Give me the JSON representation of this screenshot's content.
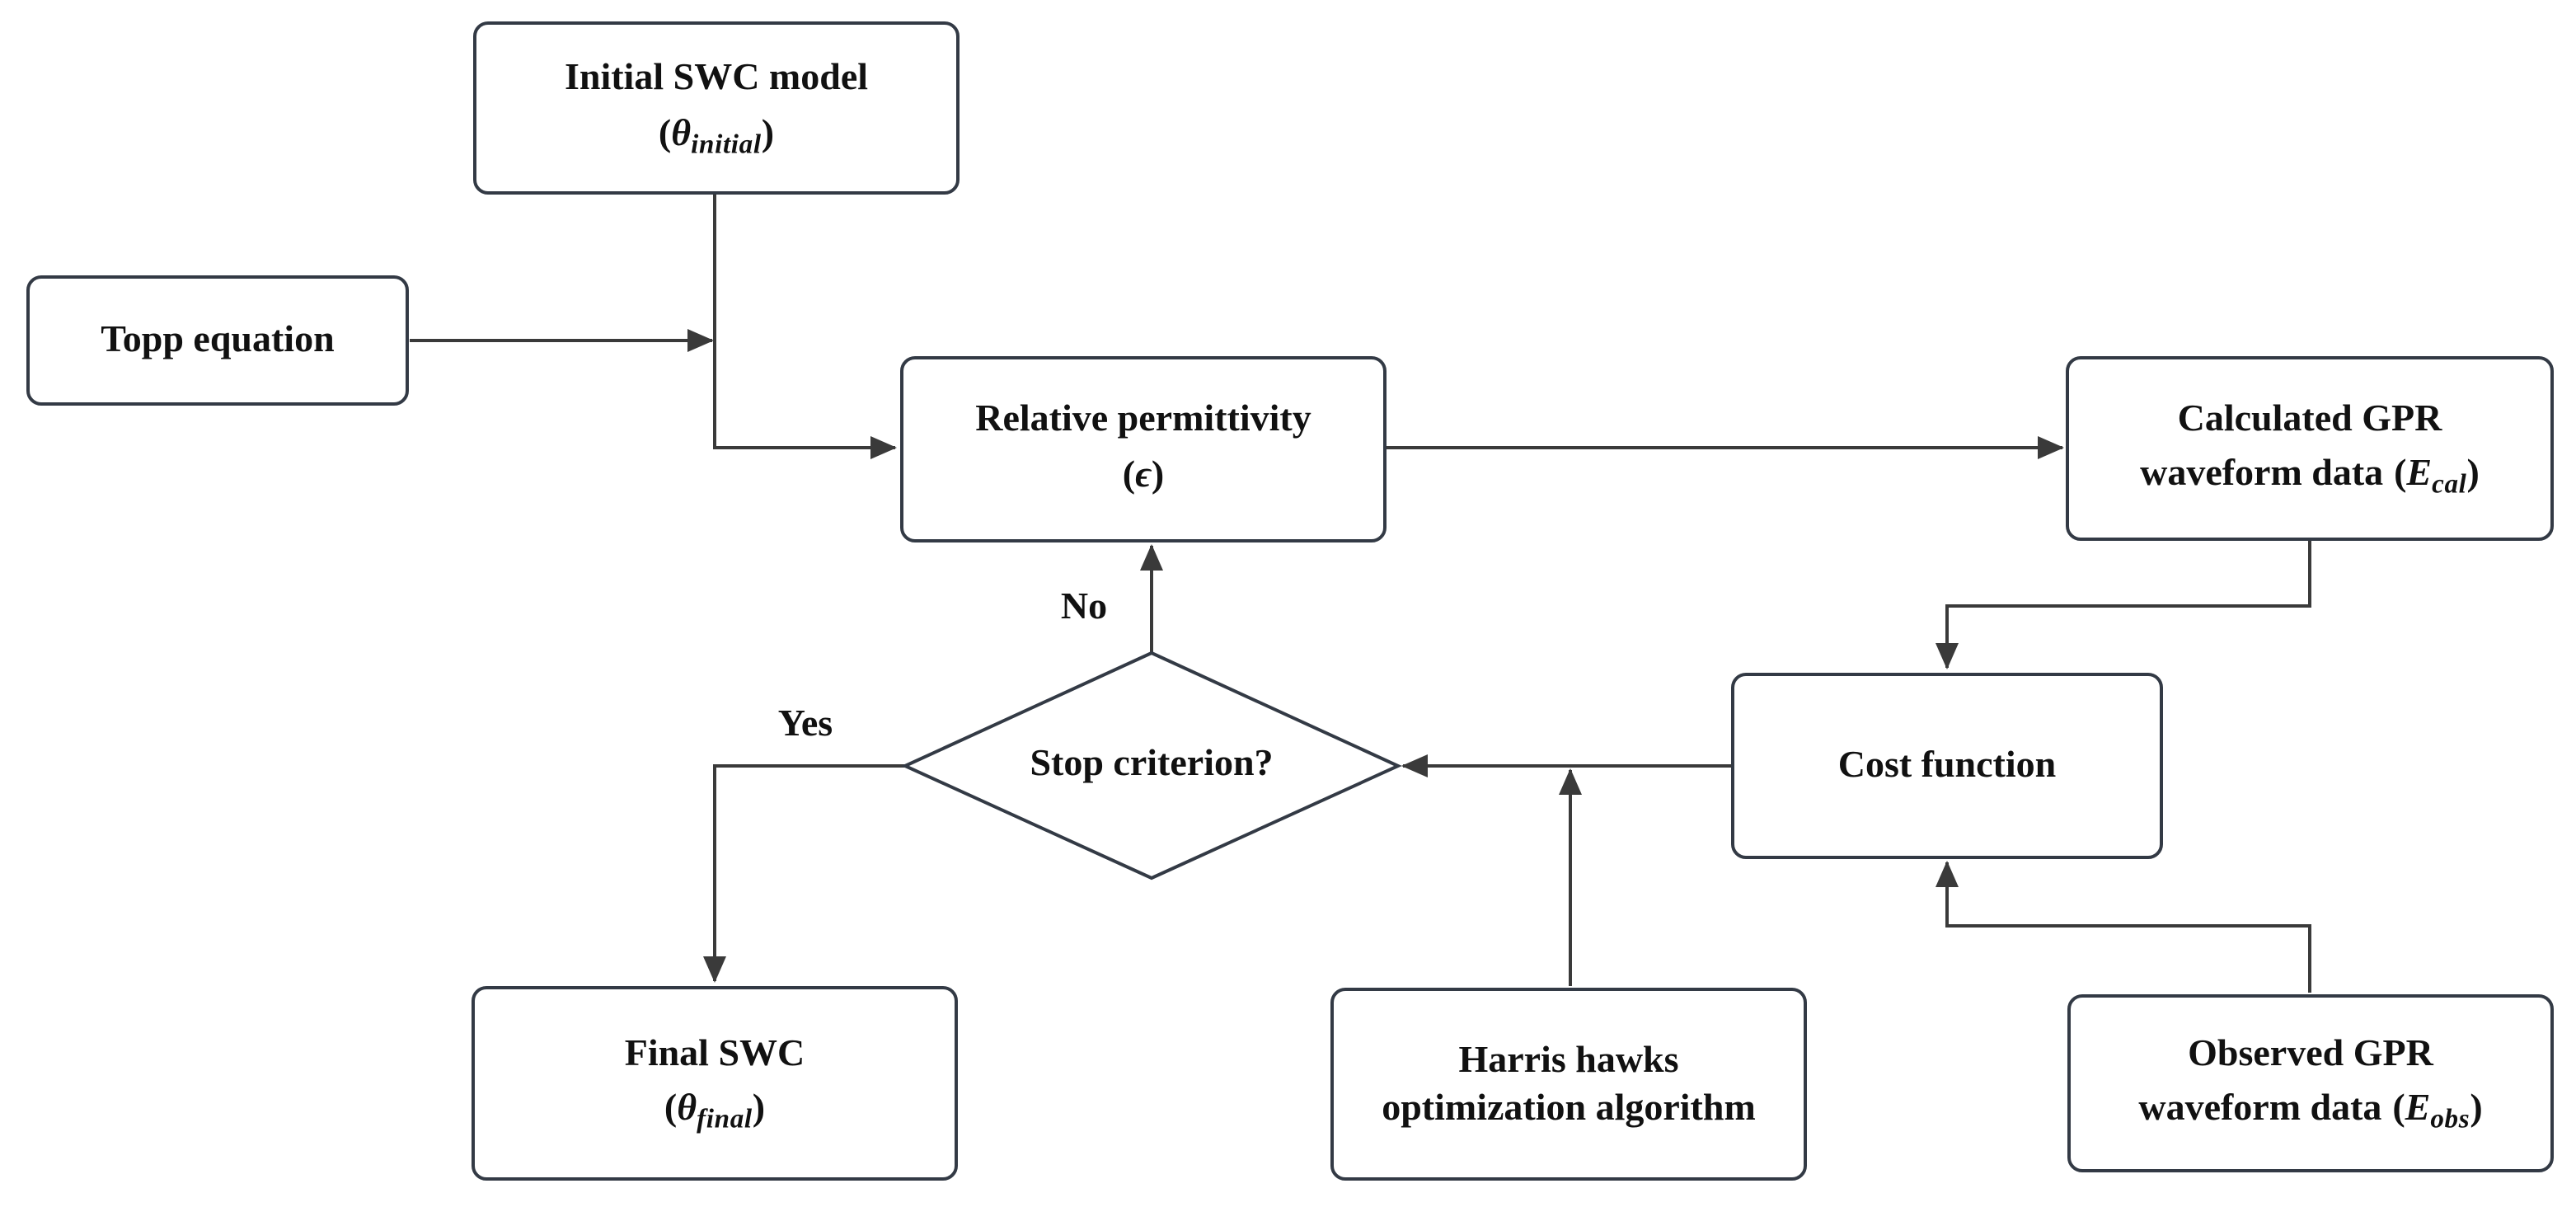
{
  "colors": {
    "line": "#3a3a3a",
    "box_border": "#333a45",
    "text": "#111111",
    "background": "#ffffff"
  },
  "nodes": {
    "initial_swc": {
      "title": "Initial SWC model",
      "math": {
        "open": "(",
        "sym": "θ",
        "sub": "initial",
        "close": ")"
      }
    },
    "topp": {
      "title": "Topp equation"
    },
    "rel_perm": {
      "title": "Relative permittivity",
      "math": {
        "open": "(",
        "sym": "ϵ",
        "sub": "",
        "close": ")"
      }
    },
    "calc_gpr": {
      "line1": "Calculated GPR",
      "line2": "waveform data",
      "math": {
        "open": "(",
        "sym": "E",
        "sub": "cal",
        "close": ")"
      }
    },
    "cost": {
      "title": "Cost function"
    },
    "stop": {
      "title": "Stop criterion?"
    },
    "final_swc": {
      "title": "Final SWC",
      "math": {
        "open": "(",
        "sym": "θ",
        "sub": "final",
        "close": ")"
      }
    },
    "harris": {
      "line1": "Harris hawks",
      "line2": "optimization algorithm"
    },
    "observed": {
      "line1": "Observed GPR",
      "line2": "waveform data",
      "math": {
        "open": "(",
        "sym": "E",
        "sub": "obs",
        "close": ")"
      }
    }
  },
  "edge_labels": {
    "yes": "Yes",
    "no": "No"
  },
  "edges": [
    {
      "from": "topp",
      "to": "initial_swc_branch",
      "label": ""
    },
    {
      "from": "initial_swc",
      "to": "rel_perm",
      "label": ""
    },
    {
      "from": "rel_perm",
      "to": "calc_gpr",
      "label": ""
    },
    {
      "from": "calc_gpr",
      "to": "cost",
      "label": ""
    },
    {
      "from": "observed",
      "to": "cost",
      "label": ""
    },
    {
      "from": "cost",
      "to": "stop",
      "label": ""
    },
    {
      "from": "harris",
      "to": "stop",
      "label": ""
    },
    {
      "from": "stop",
      "to": "rel_perm",
      "label": "No"
    },
    {
      "from": "stop",
      "to": "final_swc",
      "label": "Yes"
    }
  ]
}
